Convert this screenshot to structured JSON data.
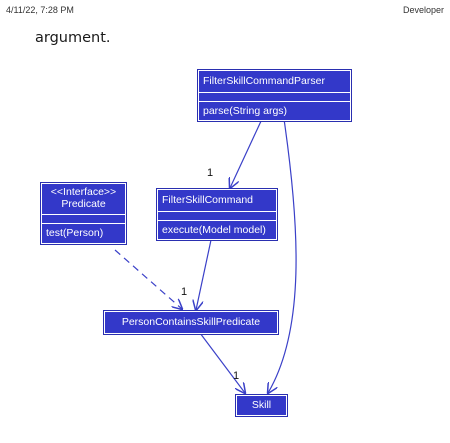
{
  "header": {
    "timestamp": "4/11/22, 7:28 PM",
    "title": "Developer"
  },
  "lead_text": "argument.",
  "diagram": {
    "classes": {
      "parser": {
        "name": "FilterSkillCommandParser",
        "method": "parse(String args)"
      },
      "command": {
        "name": "FilterSkillCommand",
        "method": "execute(Model model)"
      },
      "predicate": {
        "stereotype": "<<Interface>>",
        "name": "Predicate",
        "method": "test(Person)"
      },
      "contains": {
        "name": "PersonContainsSkillPredicate"
      },
      "skill": {
        "name": "Skill"
      }
    },
    "multiplicities": {
      "parser_command": "1",
      "to_contains": "1",
      "to_skill": "1"
    },
    "colors": {
      "class_fill": "#3338c9",
      "line": "#3a40c8"
    }
  }
}
